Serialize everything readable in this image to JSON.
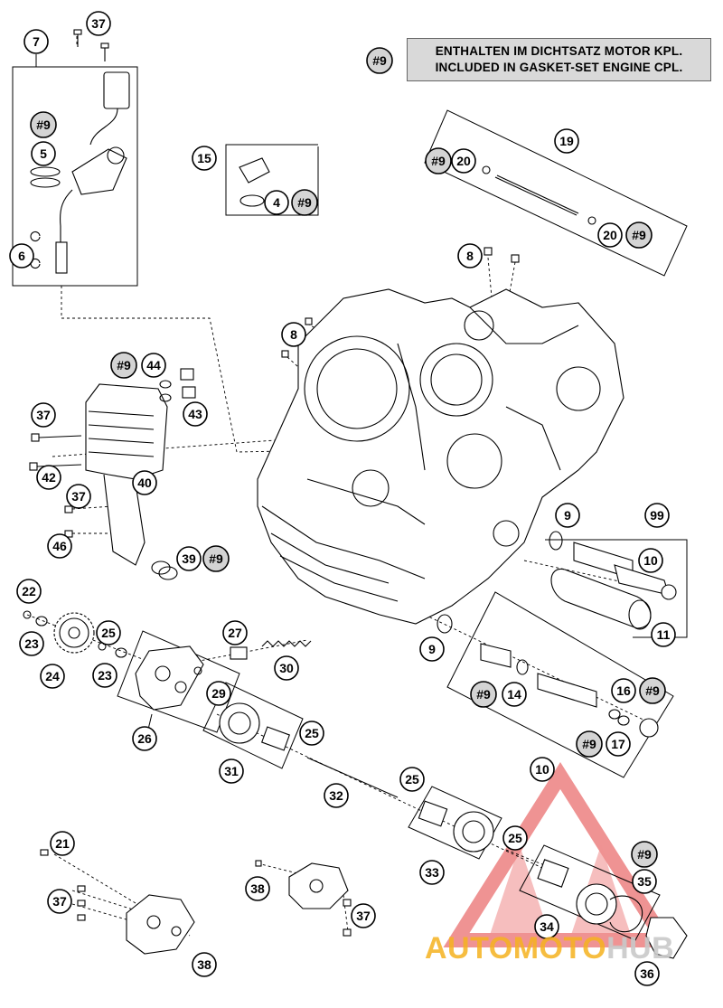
{
  "note": {
    "ref": "#9",
    "line1": "ENTHALTEN IM DICHTSATZ MOTOR KPL.",
    "line2": "INCLUDED IN GASKET-SET ENGINE CPL."
  },
  "labels": {
    "l7": "7",
    "l37a": "37",
    "l9a": "#9",
    "l5": "5",
    "l6": "6",
    "l15": "15",
    "l4": "4",
    "l9b": "#9",
    "l19": "19",
    "l9c": "#9",
    "l20a": "20",
    "l20b": "20",
    "l9d": "#9",
    "l8a": "8",
    "l8b": "8",
    "l9e": "#9",
    "l44": "44",
    "l43": "43",
    "l37b": "37",
    "l42": "42",
    "l40": "40",
    "l37c": "37",
    "l46": "46",
    "l39": "39",
    "l9f": "#9",
    "l9g": "9",
    "l99": "99",
    "l10a": "10",
    "l11": "11",
    "l22": "22",
    "l23a": "23",
    "l24": "24",
    "l25a": "25",
    "l23b": "23",
    "l27": "27",
    "l30": "30",
    "l29": "29",
    "l26": "26",
    "l9h": "9",
    "l9i": "#9",
    "l14": "14",
    "l16": "16",
    "l9j": "#9",
    "l9k": "#9",
    "l17": "17",
    "l10b": "10",
    "l25b": "25",
    "l31": "31",
    "l32": "32",
    "l25c": "25",
    "l33": "33",
    "l25d": "25",
    "l9l": "#9",
    "l35": "35",
    "l34": "34",
    "l36": "36",
    "l21": "21",
    "l37d": "37",
    "l38a": "38",
    "l38b": "38",
    "l37e": "37"
  },
  "watermark": {
    "part1": "AUTOMOTO",
    "part2": "HUB",
    "color1": "#f5b21f",
    "color2": "#c9c9c9",
    "logo_color": "#e23b3b"
  },
  "icons": [
    "bolt-icon",
    "engine-crankcase",
    "oil-filter",
    "oil-pump",
    "gear-sprocket"
  ]
}
